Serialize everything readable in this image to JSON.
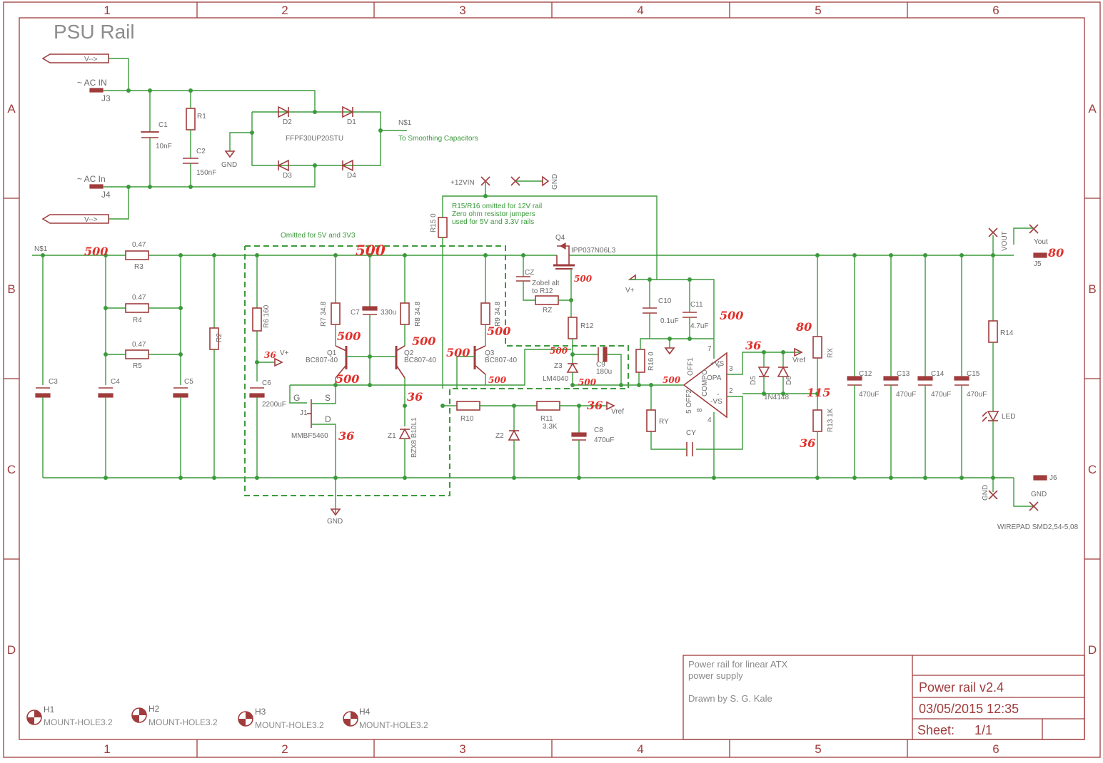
{
  "title": "PSU Rail",
  "frame": {
    "columns": [
      "1",
      "2",
      "3",
      "4",
      "5",
      "6"
    ],
    "rows": [
      "A",
      "B",
      "C",
      "D"
    ]
  },
  "title_block": {
    "description_line1": "Power rail for linear ATX",
    "description_line2": "power supply",
    "drawn_by": "Drawn by S. G. Kale",
    "name": "Power rail v2.4",
    "date": "03/05/2015 12:35",
    "sheet_label": "Sheet:",
    "sheet_value": "1/1"
  },
  "mount_holes": [
    {
      "ref": "H1",
      "value": "MOUNT-HOLE3.2"
    },
    {
      "ref": "H2",
      "value": "MOUNT-HOLE3.2"
    },
    {
      "ref": "H3",
      "value": "MOUNT-HOLE3.2"
    },
    {
      "ref": "H4",
      "value": "MOUNT-HOLE3.2"
    }
  ],
  "input": {
    "v_label_top": "V-->",
    "v_label_bot": "V-->",
    "j3_net": "~ AC IN",
    "j3": "J3",
    "j4_net": "~ AC In",
    "j4": "J4",
    "c1": "C1",
    "c1_val": "10nF",
    "r1": "R1",
    "c2": "C2",
    "c2_val": "150nF",
    "bridge": "FFPF30UP20STU",
    "d1": "D1",
    "d2": "D2",
    "d3": "D3",
    "d4": "D4",
    "gnd": "GND",
    "net": "N$1",
    "net_note": "To Smoothing Capacitors"
  },
  "rail": {
    "net": "N$1",
    "r3_val": "0.47",
    "r3": "R3",
    "r4_val": "0.47",
    "r4": "R4",
    "r5_val": "0.47",
    "r5": "R5",
    "r2": "R2",
    "c3": "C3",
    "c4": "C4",
    "c5": "C5",
    "omit_note": "Omitted for 5V and 3V3",
    "r6": "R6",
    "r6_val": "160",
    "c6": "C6",
    "c6_val": "2200uF",
    "vplus": "V+",
    "j1": "J1",
    "j1_val": "MMBF5460",
    "pin_g": "G",
    "pin_s": "S",
    "pin_d": "D",
    "gnd": "GND",
    "r7": "R7",
    "r7_val": "34.8",
    "c7": "C7",
    "c7_val": "330u",
    "r8": "R8",
    "r8_val": "34.8",
    "q1": "Q1",
    "q1_val": "BC807-40",
    "q2": "Q2",
    "q2_val": "BC807-40",
    "z1": "Z1",
    "z1_val": "BZX8 B10L1",
    "r9": "R9",
    "r9_val": "34.8",
    "q3": "Q3",
    "q3_val": "BC807-40",
    "plus12": "+12VIN",
    "gnd2": "GND",
    "r15": "R15",
    "r15_val": "0",
    "note12_1": "R15/R16 omitted for 12V rail",
    "note12_2": "Zero ohm resistor jumpers",
    "note12_3": "used for 5V and 3.3V rails",
    "q4": "Q4",
    "q4_val": "IPP037N06L3",
    "cz": "CZ",
    "zobel1": "Zobel alt",
    "zobel2": "to R12",
    "rz": "RZ",
    "r12": "R12",
    "z3": "Z3",
    "z3_val": "LM4040",
    "c9": "C9",
    "c9_val": "180u",
    "r10": "R10",
    "r11": "R11",
    "r11_val": "3.3K",
    "vref": "Vref",
    "z2": "Z2",
    "c8": "C8",
    "c8_val": "470uF",
    "r16": "R16",
    "r16_val": "0",
    "ry": "RY",
    "cy": "CY",
    "vplus2": "V+",
    "c10": "C10",
    "c10_val": "0.1uF",
    "c11": "C11",
    "c11_val": "4.7uF",
    "opamp": "OPA",
    "op_plus": "+",
    "op_minus": "-",
    "op_pin3": "3",
    "op_pin2": "2",
    "op_pin7": "7",
    "op_pin4": "4",
    "op_vs_p": "+VS",
    "op_vs_m": "-VS",
    "op_comp": "COMPO",
    "op_off1": "OFF1",
    "op_off2": "5 OFF2",
    "op_pin8": "8",
    "d5": "D5",
    "d6": "D6",
    "d_val": "1N4148",
    "vref2": "Vref",
    "rx": "RX",
    "r13": "R13",
    "r13_val": "1K",
    "c12": "C12",
    "c13": "C13",
    "c14": "C14",
    "c15": "C15",
    "c_out_val": "470uF",
    "r14": "R14",
    "led": "LED",
    "vout": "VOUT",
    "yout": "Yout",
    "j5": "J5",
    "j6": "J6",
    "gnd_out": "GND",
    "gnd_out2": "GND",
    "wirepad": "WIREPAD SMD2,54-5,08"
  },
  "handwritten": {
    "n1": "500",
    "n2": "500",
    "n3": "500",
    "n4": "500",
    "n5": "500",
    "n6": "500",
    "n7": "500",
    "n8": "500",
    "n9": "500",
    "n10": "500",
    "n11": "500",
    "n12": "500",
    "n13": "500",
    "n14": "36",
    "n15": "36",
    "n16": "36",
    "n17": "36",
    "n18": "36",
    "n19": "36",
    "n20": "80",
    "n21": "80",
    "n22": "115"
  },
  "colors": {
    "frame": "#a03c3c",
    "wire": "#3c9a3c",
    "annotation": "#e0302a",
    "text": "#6a6a6a"
  }
}
